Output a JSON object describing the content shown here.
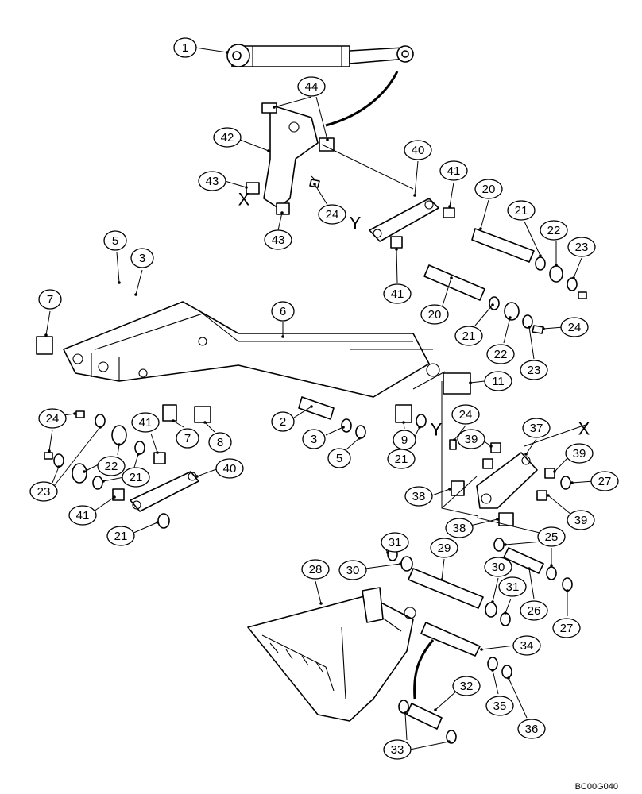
{
  "drawing_code": "BC00G040",
  "section_markers": {
    "x": "X",
    "y": "Y"
  },
  "callouts": [
    {
      "id": "c1",
      "n": "1"
    },
    {
      "id": "c44",
      "n": "44"
    },
    {
      "id": "c42",
      "n": "42"
    },
    {
      "id": "c43a",
      "n": "43"
    },
    {
      "id": "c43b",
      "n": "43"
    },
    {
      "id": "c24a",
      "n": "24"
    },
    {
      "id": "c40a",
      "n": "40"
    },
    {
      "id": "c41a",
      "n": "41"
    },
    {
      "id": "c41b",
      "n": "41"
    },
    {
      "id": "c20a",
      "n": "20"
    },
    {
      "id": "c21a",
      "n": "21"
    },
    {
      "id": "c22a",
      "n": "22"
    },
    {
      "id": "c23a",
      "n": "23"
    },
    {
      "id": "c5a",
      "n": "5"
    },
    {
      "id": "c3a",
      "n": "3"
    },
    {
      "id": "c7a",
      "n": "7"
    },
    {
      "id": "c6",
      "n": "6"
    },
    {
      "id": "c20b",
      "n": "20"
    },
    {
      "id": "c21b",
      "n": "21"
    },
    {
      "id": "c22b",
      "n": "22"
    },
    {
      "id": "c24b",
      "n": "24"
    },
    {
      "id": "c23b",
      "n": "23"
    },
    {
      "id": "c11",
      "n": "11"
    },
    {
      "id": "c2",
      "n": "2"
    },
    {
      "id": "c3b",
      "n": "3"
    },
    {
      "id": "c5b",
      "n": "5"
    },
    {
      "id": "c7b",
      "n": "7"
    },
    {
      "id": "c8",
      "n": "8"
    },
    {
      "id": "c9",
      "n": "9"
    },
    {
      "id": "c21c",
      "n": "21"
    },
    {
      "id": "c24c",
      "n": "24"
    },
    {
      "id": "c41c",
      "n": "41"
    },
    {
      "id": "c22c",
      "n": "22"
    },
    {
      "id": "c21d",
      "n": "21"
    },
    {
      "id": "c23c",
      "n": "23"
    },
    {
      "id": "c40b",
      "n": "40"
    },
    {
      "id": "c41d",
      "n": "41"
    },
    {
      "id": "c21e",
      "n": "21"
    },
    {
      "id": "c24d",
      "n": "24"
    },
    {
      "id": "c37",
      "n": "37"
    },
    {
      "id": "c39a",
      "n": "39"
    },
    {
      "id": "c39b",
      "n": "39"
    },
    {
      "id": "c27a",
      "n": "27"
    },
    {
      "id": "c38a",
      "n": "38"
    },
    {
      "id": "c39c",
      "n": "39"
    },
    {
      "id": "c38b",
      "n": "38"
    },
    {
      "id": "c25",
      "n": "25"
    },
    {
      "id": "c31a",
      "n": "31"
    },
    {
      "id": "c29",
      "n": "29"
    },
    {
      "id": "c30a",
      "n": "30"
    },
    {
      "id": "c30b",
      "n": "30"
    },
    {
      "id": "c28",
      "n": "28"
    },
    {
      "id": "c31b",
      "n": "31"
    },
    {
      "id": "c26",
      "n": "26"
    },
    {
      "id": "c27b",
      "n": "27"
    },
    {
      "id": "c34",
      "n": "34"
    },
    {
      "id": "c35",
      "n": "35"
    },
    {
      "id": "c36",
      "n": "36"
    },
    {
      "id": "c32",
      "n": "32"
    },
    {
      "id": "c33",
      "n": "33"
    }
  ]
}
